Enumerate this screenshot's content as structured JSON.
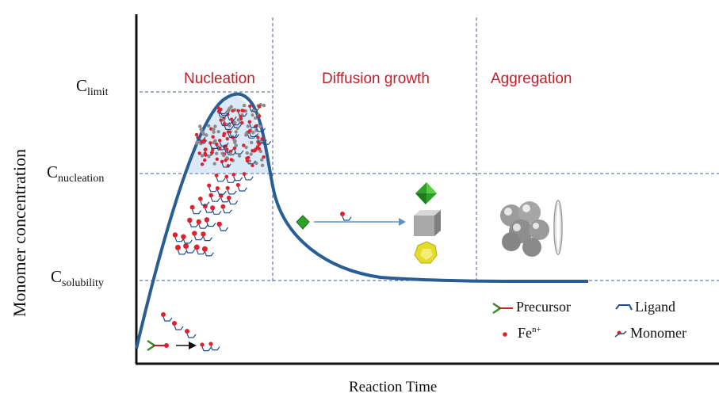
{
  "axes": {
    "y_label": "Monomer concentration",
    "x_label": "Reaction Time"
  },
  "levels": {
    "limit": {
      "main": "C",
      "sub": "limit"
    },
    "nucleation": {
      "main": "C",
      "sub": "nucleation"
    },
    "solubility": {
      "main": "C",
      "sub": "solubility"
    }
  },
  "phases": {
    "nucleation": "Nucleation",
    "diffusion": "Diffusion growth",
    "aggregation": "Aggregation"
  },
  "legend": {
    "precursor": "Precursor",
    "ligand": "Ligand",
    "fe_base": "Fe",
    "fe_sup": "n+",
    "monomer": "Monomer"
  },
  "colors": {
    "curve": "#2a5d93",
    "phase_text": "#c0202c",
    "dashed": "#3b5f9a",
    "ion": "#e0202c",
    "ligand": "#1f4e8c",
    "precursor": "#3c8a2e",
    "green_crystal": "#2fa02a",
    "gray_crystal": "#a9a9a9",
    "yellow_crystal": "#e5dc2a"
  }
}
